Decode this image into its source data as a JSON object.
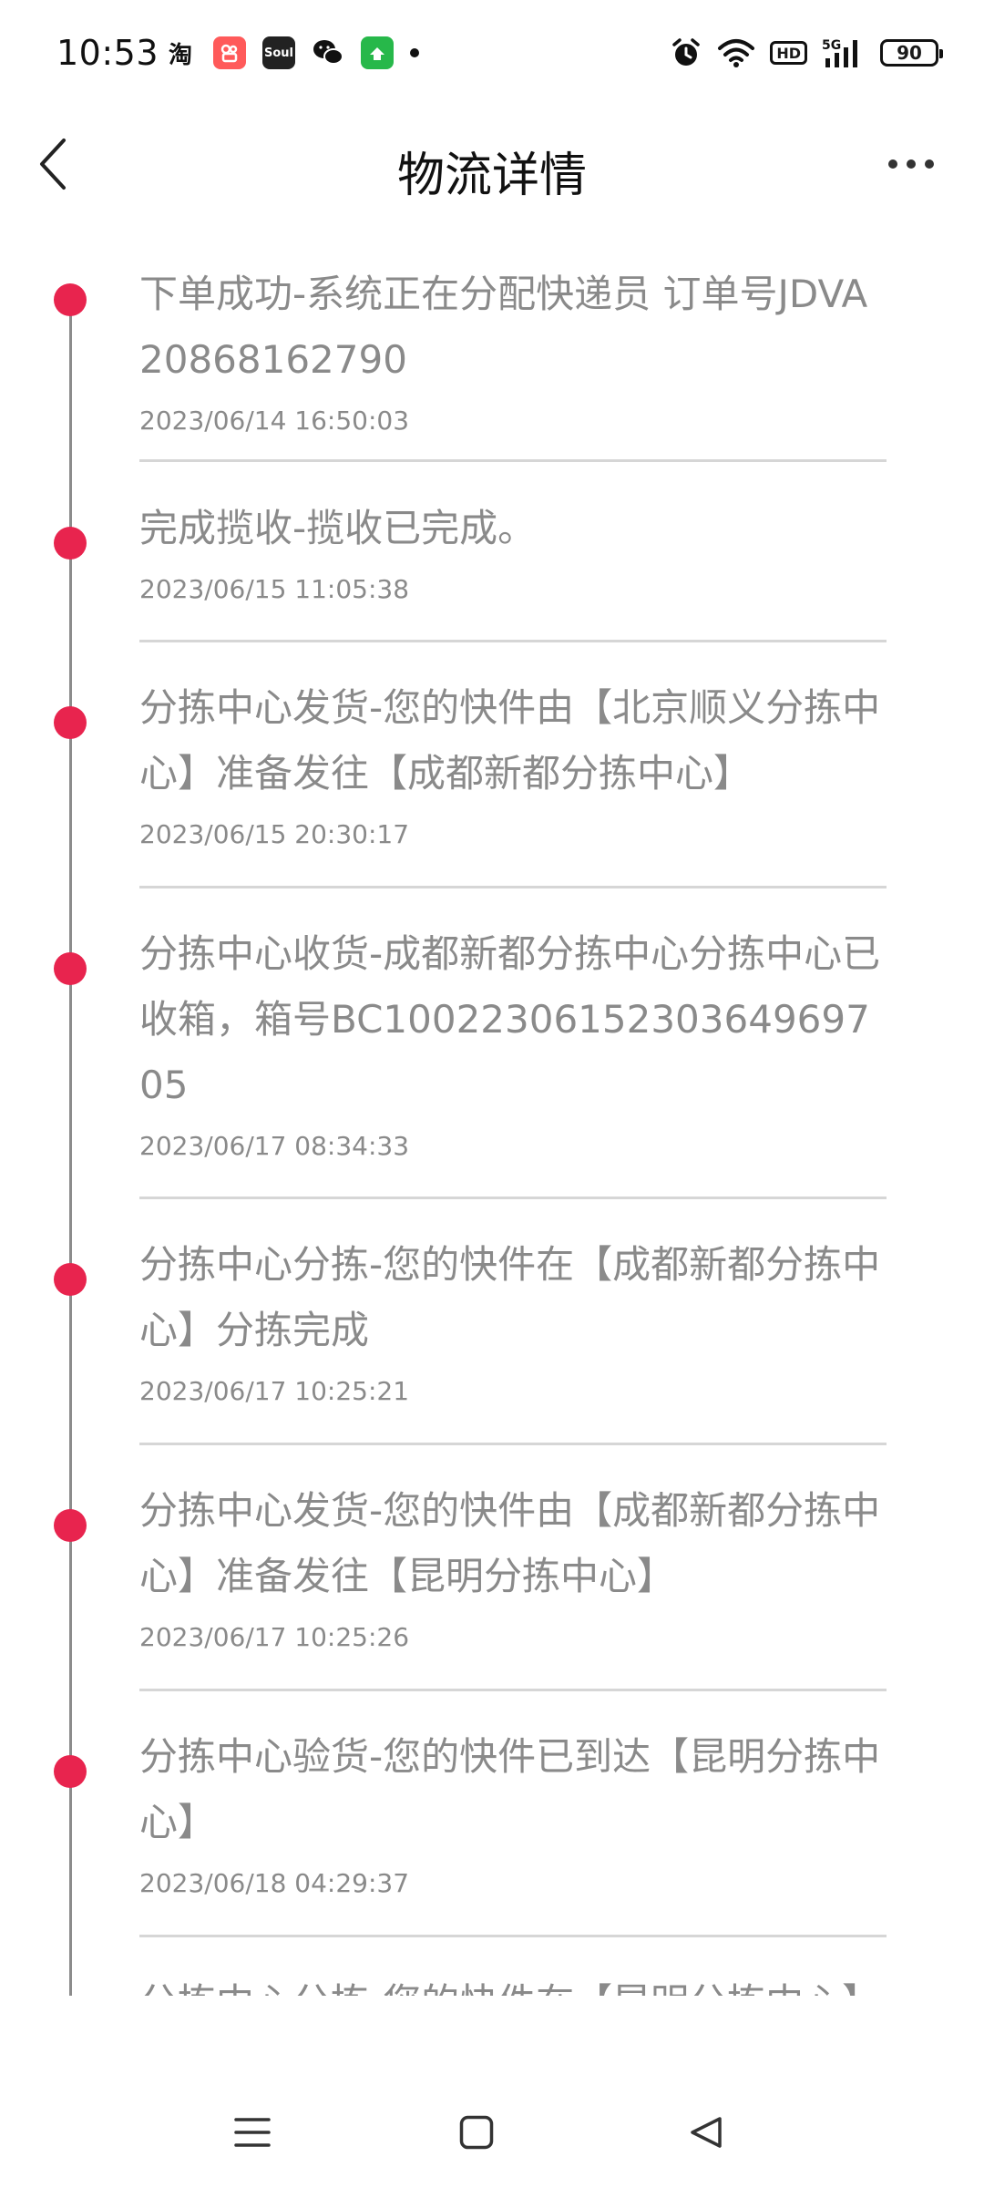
{
  "status_bar": {
    "time": "10:53",
    "apps": [
      "淘",
      "Soul"
    ],
    "battery": "90"
  },
  "header": {
    "title": "物流详情"
  },
  "events": [
    {
      "desc": "下单成功-系统正在分配快递员 订单号JDVA20868162790",
      "time": "2023/06/14 16:50:03"
    },
    {
      "desc": "完成揽收-揽收已完成。",
      "time": "2023/06/15 11:05:38"
    },
    {
      "desc": "分拣中心发货-您的快件由【北京顺义分拣中心】准备发往【成都新都分拣中心】",
      "time": "2023/06/15 20:30:17"
    },
    {
      "desc": "分拣中心收货-成都新都分拣中心分拣中心已收箱，箱号BC1002230615230364969705",
      "time": "2023/06/17 08:34:33"
    },
    {
      "desc": "分拣中心分拣-您的快件在【成都新都分拣中心】分拣完成",
      "time": "2023/06/17 10:25:21"
    },
    {
      "desc": "分拣中心发货-您的快件由【成都新都分拣中心】准备发往【昆明分拣中心】",
      "time": "2023/06/17 10:25:26"
    },
    {
      "desc": "分拣中心验货-您的快件已到达【昆明分拣中心】",
      "time": "2023/06/18 04:29:37"
    },
    {
      "desc": "分拣中心分拣-您的快件在【昆明分拣中心】分拣完成",
      "time": ""
    }
  ],
  "colors": {
    "accent": "#e8244e",
    "text_muted": "#8a8a8a",
    "divider": "#d6d6d6"
  }
}
